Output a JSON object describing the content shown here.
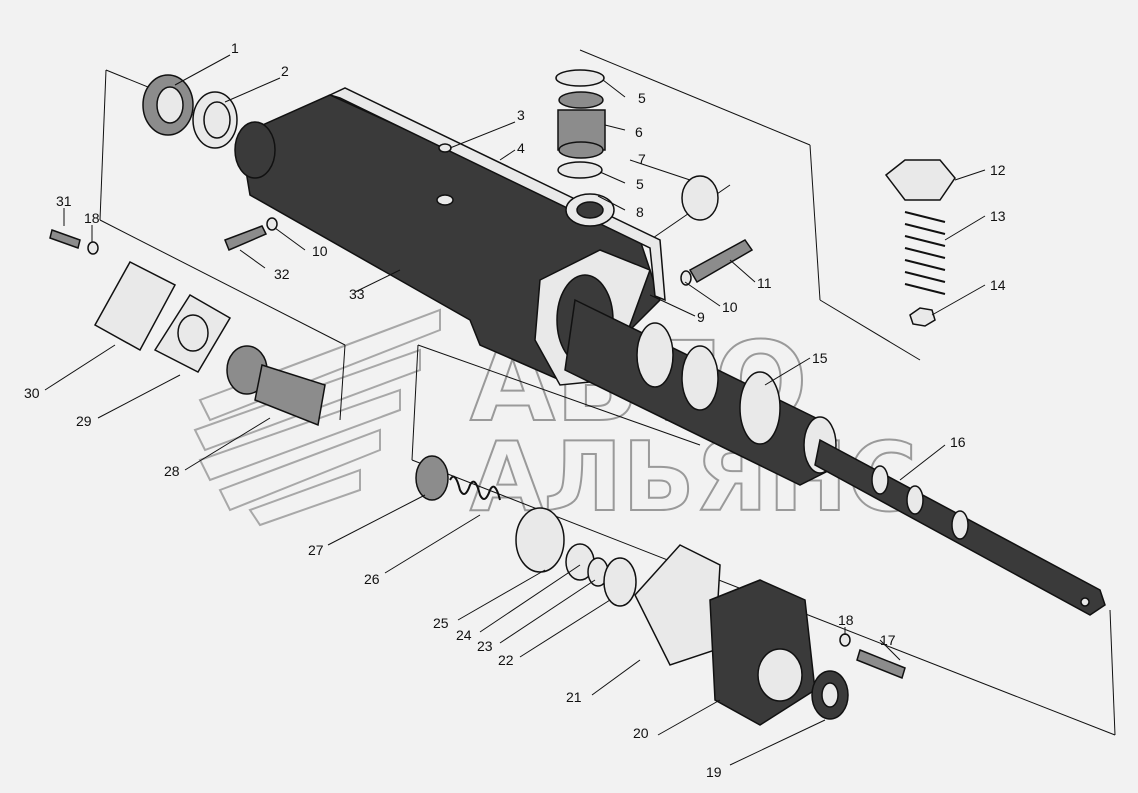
{
  "watermark": {
    "line1": "АВТО",
    "line2": "АЛЬЯНС"
  },
  "callouts": [
    {
      "id": "1",
      "label": "1"
    },
    {
      "id": "2",
      "label": "2"
    },
    {
      "id": "3",
      "label": "3"
    },
    {
      "id": "4",
      "label": "4"
    },
    {
      "id": "5a",
      "label": "5"
    },
    {
      "id": "6",
      "label": "6"
    },
    {
      "id": "5b",
      "label": "5"
    },
    {
      "id": "7",
      "label": "7"
    },
    {
      "id": "8",
      "label": "8"
    },
    {
      "id": "9",
      "label": "9"
    },
    {
      "id": "10a",
      "label": "10"
    },
    {
      "id": "10b",
      "label": "10"
    },
    {
      "id": "11",
      "label": "11"
    },
    {
      "id": "12",
      "label": "12"
    },
    {
      "id": "13",
      "label": "13"
    },
    {
      "id": "14",
      "label": "14"
    },
    {
      "id": "15",
      "label": "15"
    },
    {
      "id": "16",
      "label": "16"
    },
    {
      "id": "17",
      "label": "17"
    },
    {
      "id": "18a",
      "label": "18"
    },
    {
      "id": "18b",
      "label": "18"
    },
    {
      "id": "19",
      "label": "19"
    },
    {
      "id": "20",
      "label": "20"
    },
    {
      "id": "21",
      "label": "21"
    },
    {
      "id": "22",
      "label": "22"
    },
    {
      "id": "23",
      "label": "23"
    },
    {
      "id": "24",
      "label": "24"
    },
    {
      "id": "25",
      "label": "25"
    },
    {
      "id": "26",
      "label": "26"
    },
    {
      "id": "27",
      "label": "27"
    },
    {
      "id": "28",
      "label": "28"
    },
    {
      "id": "29",
      "label": "29"
    },
    {
      "id": "30",
      "label": "30"
    },
    {
      "id": "31",
      "label": "31"
    },
    {
      "id": "32",
      "label": "32"
    },
    {
      "id": "33",
      "label": "33"
    }
  ]
}
